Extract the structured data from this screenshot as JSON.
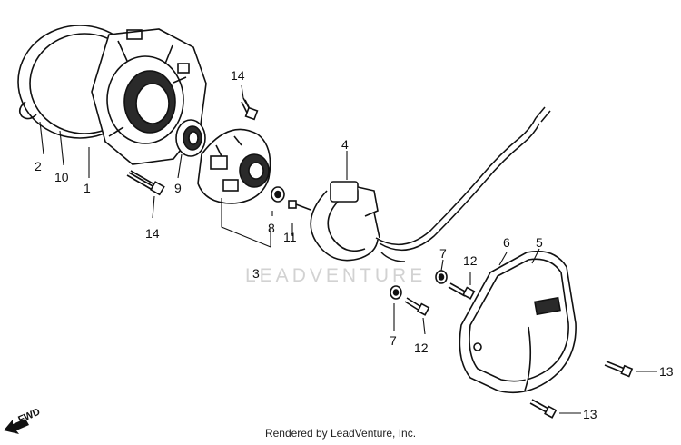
{
  "labels": {
    "p1": "1",
    "p2": "2",
    "p3": "3",
    "p4": "4",
    "p5": "5",
    "p6": "6",
    "p7a": "7",
    "p7b": "7",
    "p8": "8",
    "p9": "9",
    "p10": "10",
    "p11": "11",
    "p12a": "12",
    "p12b": "12",
    "p13a": "13",
    "p13b": "13",
    "p14a": "14",
    "p14b": "14"
  },
  "fwd": "FWD",
  "watermark": "LEADVENTURE",
  "footer": "Rendered by LeadVenture, Inc.",
  "colors": {
    "ink": "#111111",
    "shade": "#2a2a2a",
    "watermark": "#d2d2d2"
  }
}
